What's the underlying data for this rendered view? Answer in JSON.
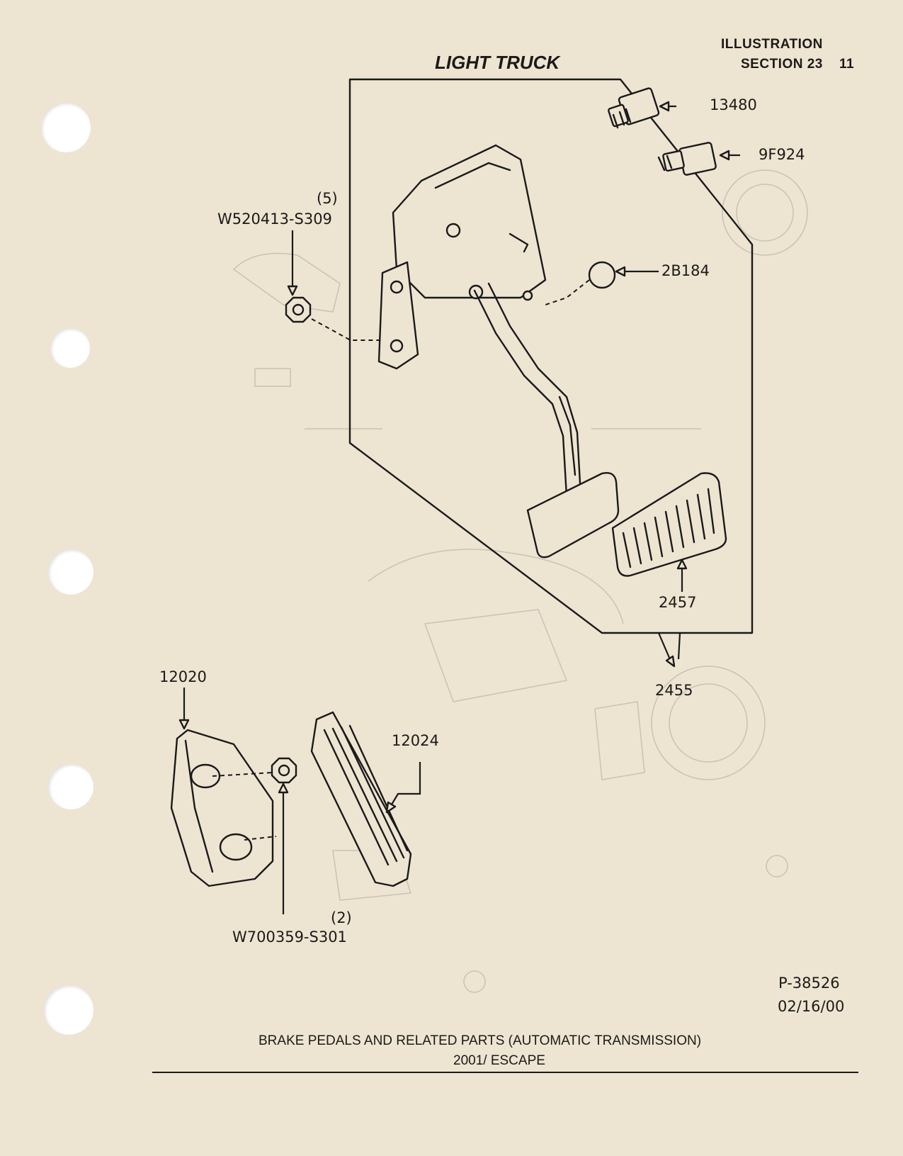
{
  "header": {
    "line1": "ILLUSTRATION",
    "line2": "SECTION 23",
    "page_number": "11",
    "title": "LIGHT TRUCK"
  },
  "callouts": {
    "c13480": "13480",
    "c9f924": "9F924",
    "qty5": "(5)",
    "w520413": "W520413-S309",
    "c2b184": "2B184",
    "c2457": "2457",
    "c2455": "2455",
    "c12020": "12020",
    "c12024": "12024",
    "qty2": "(2)",
    "w700359": "W700359-S301"
  },
  "footer": {
    "ref": "P-38526",
    "date": "02/16/00",
    "caption": "BRAKE PEDALS AND RELATED PARTS (AUTOMATIC TRANSMISSION)",
    "subcaption": "2001/ ESCAPE"
  }
}
